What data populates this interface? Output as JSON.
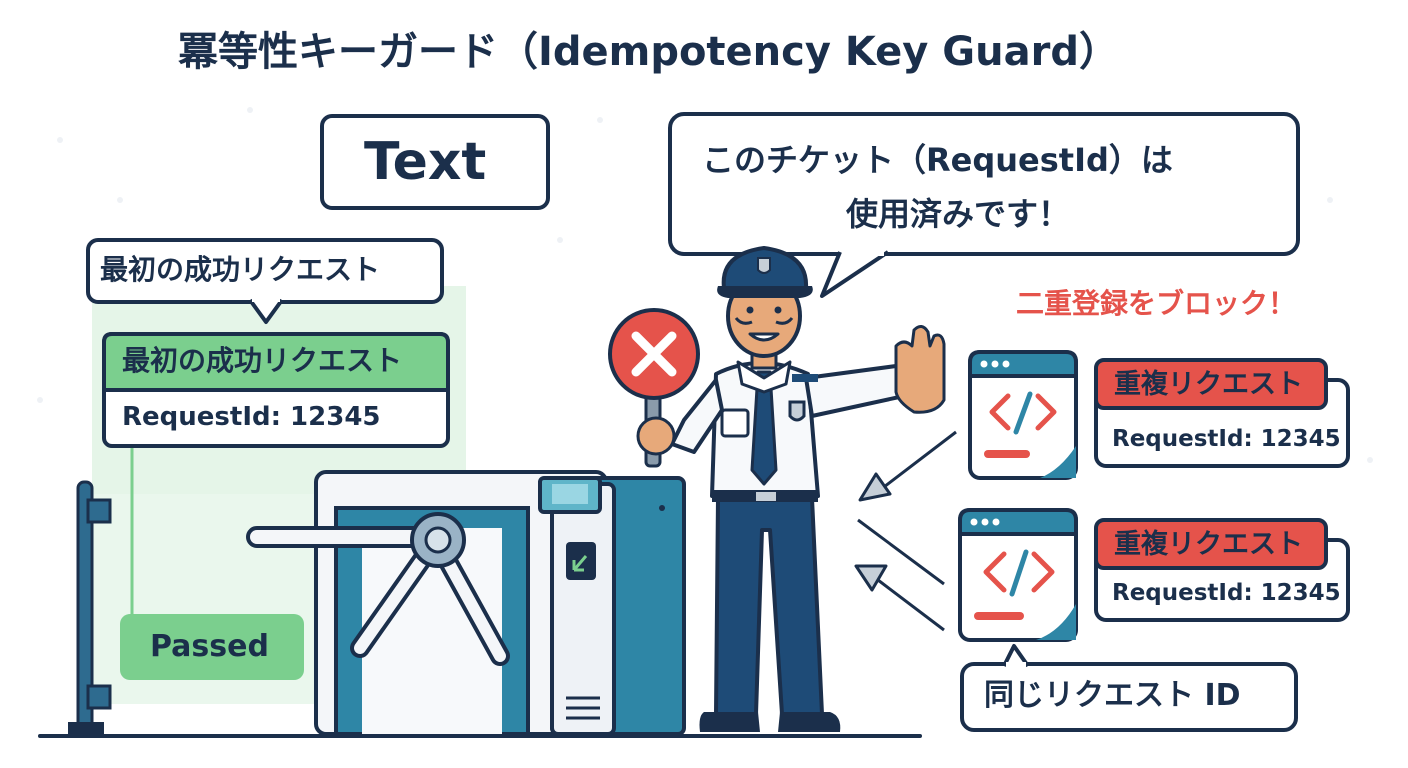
{
  "title": "冪等性キーガード（Idempotency Key Guard）",
  "text_box": "Text",
  "guard_speech": {
    "line1": "このチケット（RequestId）は",
    "line2": "使用済みです！"
  },
  "first_request": {
    "callout": "最初の成功リクエスト",
    "card_header": "最初の成功リクエスト",
    "card_body": "RequestId: 12345",
    "passed": "Passed"
  },
  "block_notice": "二重登録をブロック！",
  "duplicates": [
    {
      "header": "重複リクエスト",
      "body": "RequestId: 12345"
    },
    {
      "header": "重複リクエスト",
      "body": "RequestId: 12345"
    }
  ],
  "same_id_label": "同じリクエスト ID",
  "colors": {
    "navy": "#1b2f4b",
    "green": "#7bcf8e",
    "green_light": "#e5f5e8",
    "red": "#e5534b",
    "teal": "#2e86a6",
    "skin": "#e7a97a"
  },
  "icons": [
    "cross-icon",
    "shield-icon",
    "code-icon",
    "gate-panel-icon"
  ]
}
